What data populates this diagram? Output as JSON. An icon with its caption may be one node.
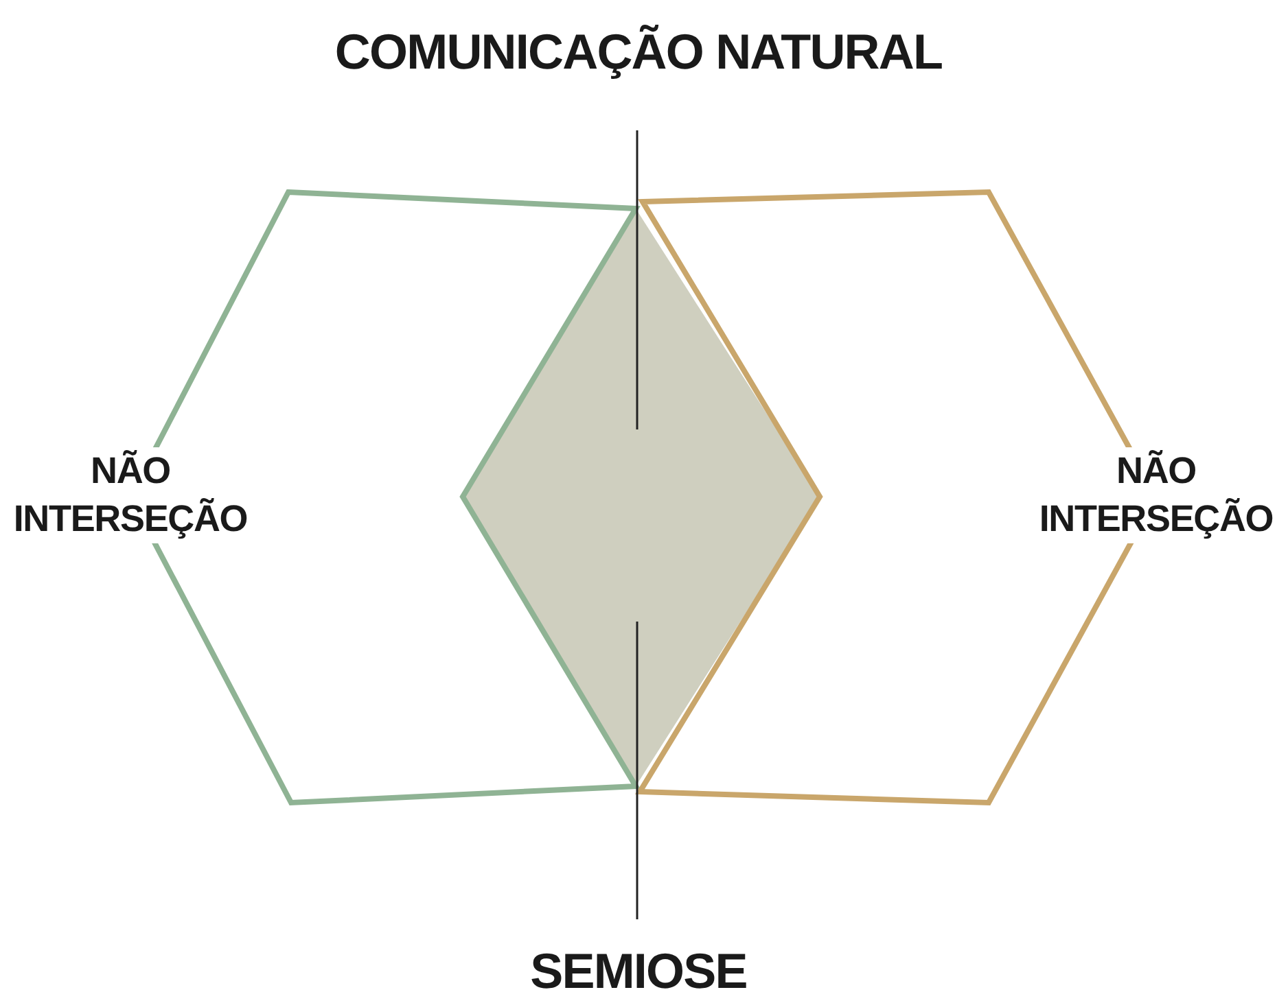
{
  "diagram": {
    "nodes": [
      {
        "text": [
          "NÃO INTERSEÇÃO"
        ]
      },
      {
        "text": [
          "NÃO INTERSEÇÃO"
        ]
      },
      {
        "text": [],
        "shape": "diamond"
      }
    ],
    "labels": [
      "COMUNICAÇÃO NATURAL",
      "SEMIOSE"
    ]
  }
}
